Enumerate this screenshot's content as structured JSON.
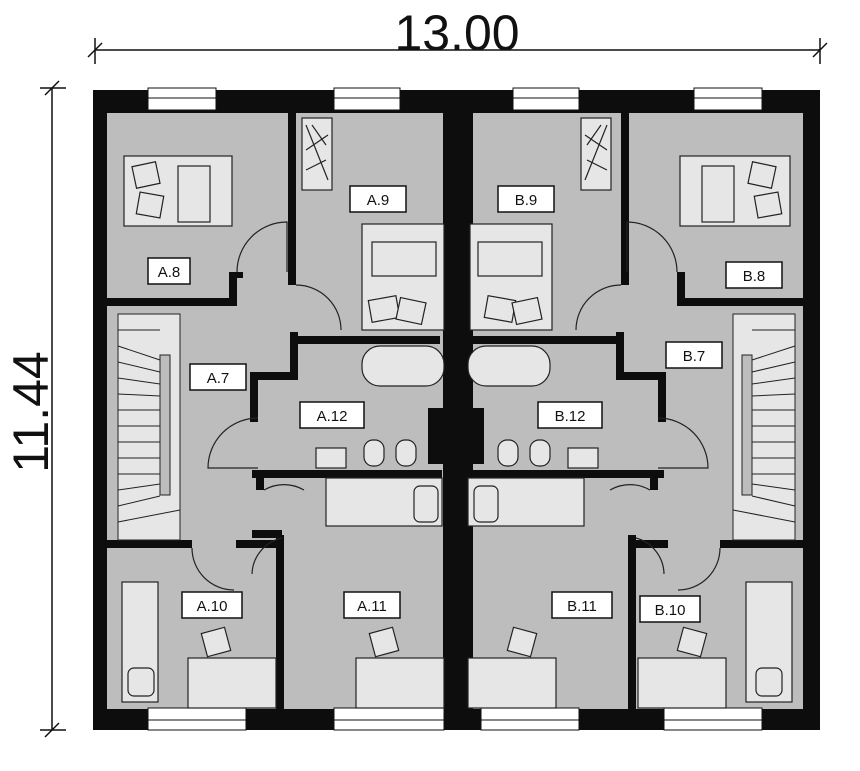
{
  "dimensions": {
    "width": "13.00",
    "depth": "11.44"
  },
  "rooms": {
    "a7": "A.7",
    "a8": "A.8",
    "a9": "A.9",
    "a10": "A.10",
    "a11": "A.11",
    "a12": "A.12",
    "b7": "B.7",
    "b8": "B.8",
    "b9": "B.9",
    "b10": "B.10",
    "b11": "B.11",
    "b12": "B.12"
  },
  "colors": {
    "wall": "#0d0d0d",
    "floor": "#bdbdbd",
    "furniture": "#e6e6e6",
    "line": "#222222"
  }
}
